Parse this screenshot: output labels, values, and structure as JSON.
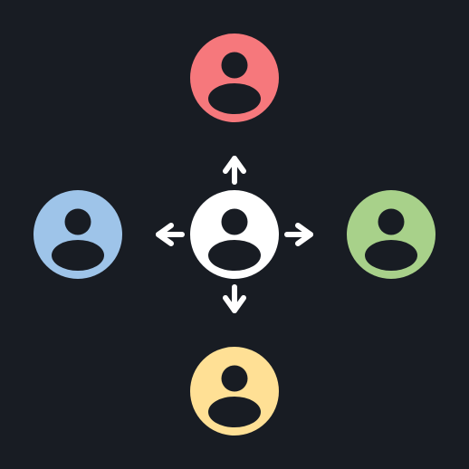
{
  "diagram": {
    "background": "#181c23",
    "figure_color": "#181c23",
    "arrow_color": "#ffffff",
    "center": {
      "id": "center",
      "color": "#ffffff",
      "icon": "user-icon"
    },
    "nodes": [
      {
        "id": "top",
        "direction": "up",
        "color": "#f6787c",
        "icon": "user-icon"
      },
      {
        "id": "left",
        "direction": "left",
        "color": "#9ec4e9",
        "icon": "user-icon"
      },
      {
        "id": "right",
        "direction": "right",
        "color": "#a8d18a",
        "icon": "user-icon"
      },
      {
        "id": "bottom",
        "direction": "down",
        "color": "#ffe095",
        "icon": "user-icon"
      }
    ]
  }
}
